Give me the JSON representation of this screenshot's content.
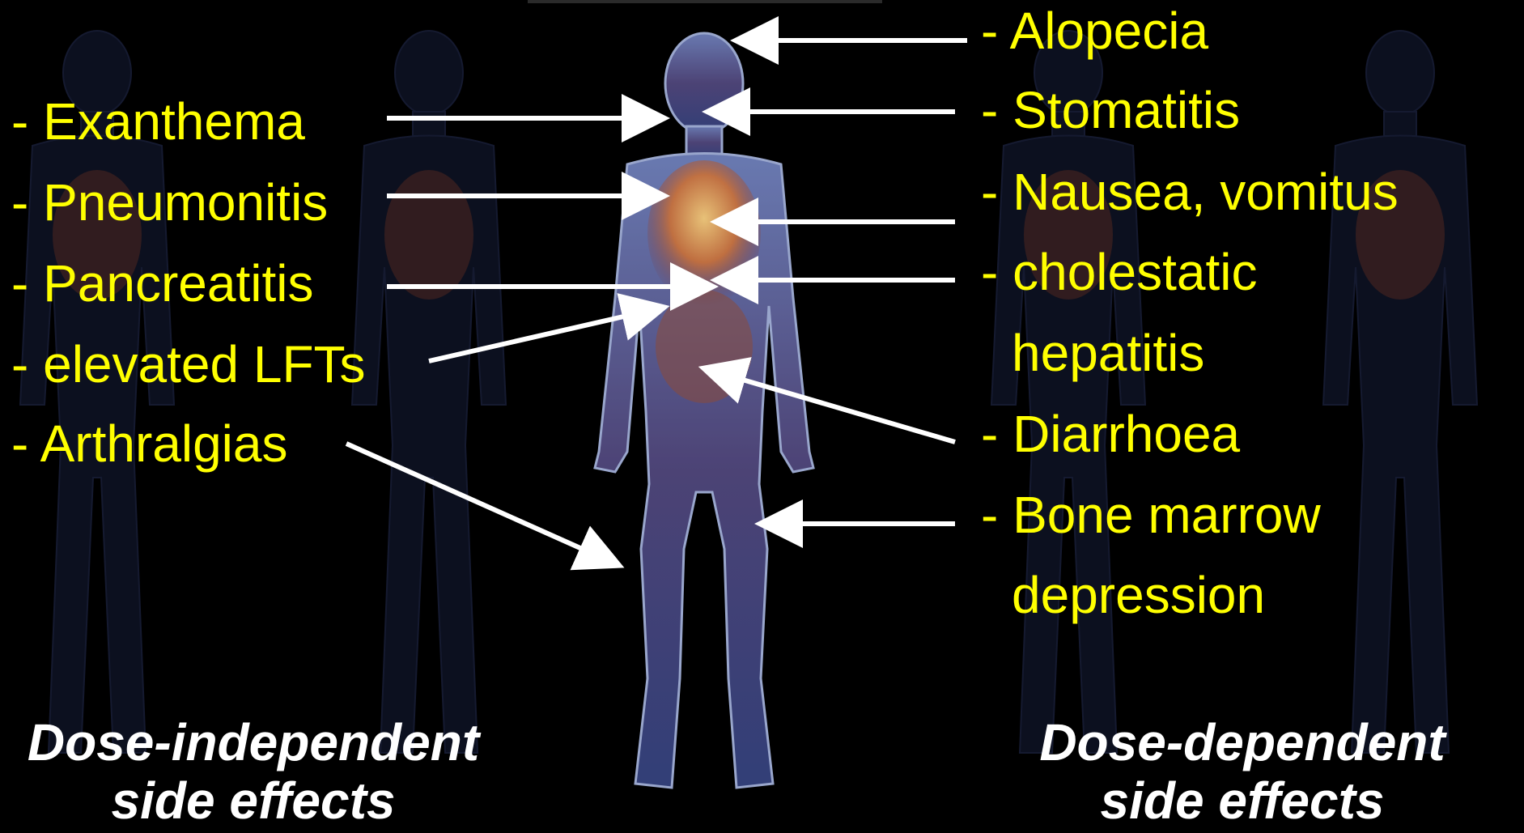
{
  "labels": {
    "left": [
      "- Exanthema",
      "- Pneumonitis",
      "- Pancreatitis",
      "- elevated LFTs",
      "- Arthralgias"
    ],
    "right": [
      "- Alopecia",
      "- Stomatitis",
      "- Nausea, vomitus",
      "- cholestatic",
      "hepatitis",
      "- Diarrhoea",
      "- Bone marrow",
      "depression"
    ]
  },
  "captions": {
    "left_line1": "Dose-independent",
    "left_line2": "side effects",
    "right_line1": "Dose-dependent",
    "right_line2": "side effects"
  },
  "colors": {
    "background": "#000000",
    "label_text": "#ffff00",
    "caption_text": "#ffffff",
    "arrow": "#ffffff",
    "body_glow": "#8a9ad8",
    "organ_glow": "#e8a040"
  }
}
